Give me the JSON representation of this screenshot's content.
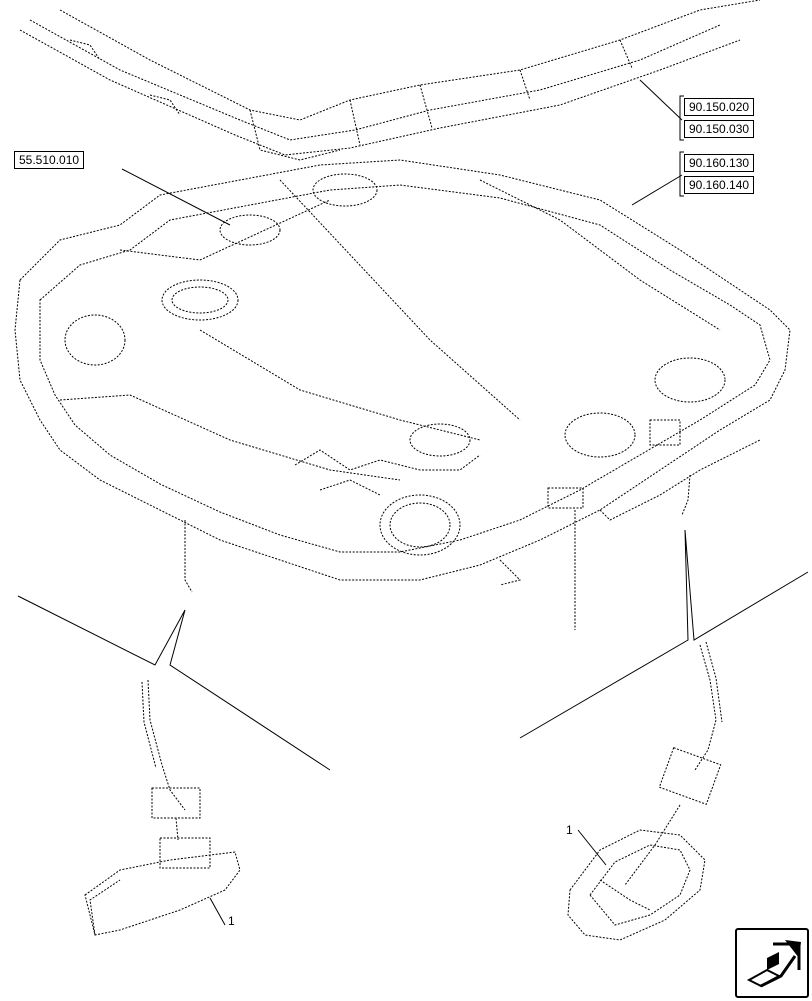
{
  "references": {
    "ref_a": "55.510.010",
    "ref_b": "90.150.020",
    "ref_c": "90.150.030",
    "ref_d": "90.160.130",
    "ref_e": "90.160.140"
  },
  "callouts": {
    "item_left": "1",
    "item_right": "1"
  },
  "nav": {
    "icon": "next-page-arrow-icon"
  }
}
